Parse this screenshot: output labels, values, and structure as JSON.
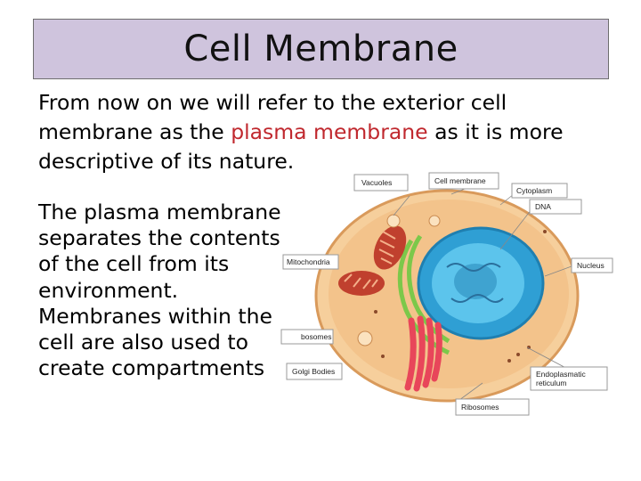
{
  "slide": {
    "title": "Cell Membrane",
    "paragraph1": {
      "before": "From now on we will refer to the exterior cell membrane as the ",
      "highlight": "plasma membrane",
      "after": " as it is more descriptive of its nature."
    },
    "paragraph2": "The plasma membrane separates the contents of the cell from its environment. Membranes within the cell are also used to create compartments"
  },
  "diagram": {
    "labels": {
      "vacuoles": "Vacuoles",
      "cell_membrane": "Cell membrane",
      "cytoplasm": "Cytoplasm",
      "dna": "DNA",
      "mitochondria": "Mitochondria",
      "nucleus": "Nucleus",
      "ribosomes_left": "bosomes",
      "golgi": "Golgi Bodies",
      "er_line1": "Endoplasmatic",
      "er_line2": "reticulum",
      "ribosomes_bottom": "Ribosomes"
    }
  },
  "colors": {
    "title_bg": "#cfc4dd",
    "highlight": "#c0282e",
    "cell_body": "#f2c48f",
    "nucleus": "#3fa8d8",
    "mitochondria": "#c0402e",
    "golgi": "#e8465a"
  }
}
